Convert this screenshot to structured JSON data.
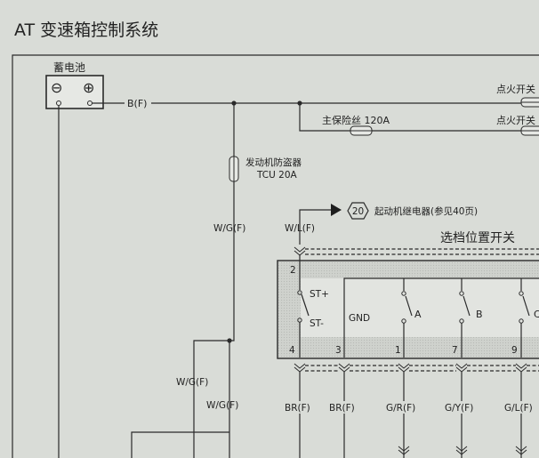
{
  "title": "AT 变速箱控制系统",
  "battery": {
    "label": "蓄电池",
    "minus": "⊖",
    "plus": "⊕"
  },
  "wires": {
    "main_feed": "B(F)",
    "wg1": "W/G(F)",
    "wl": "W/L(F)",
    "wg2": "W/G(F)",
    "wg3": "W/G(F)",
    "br1": "BR(F)",
    "br2": "BR(F)",
    "grf": "G/R(F)",
    "gyf": "G/Y(F)",
    "glf": "G/L(F)"
  },
  "fuses": {
    "ignition_switch_1": "点火开关",
    "ignition_switch_2": "点火开关",
    "main_fuse": "主保险丝 120A",
    "anti_theft_name": "发动机防盗器",
    "anti_theft_rating": "TCU 20A"
  },
  "relay": {
    "number": "20",
    "text": "起动机继电器(参见40页)"
  },
  "selector": {
    "title": "选档位置开关",
    "st_plus": "ST+",
    "st_minus": "ST-",
    "gnd": "GND",
    "sw_a": "A",
    "sw_b": "B",
    "sw_c": "C",
    "pins": {
      "p2": "2",
      "p4": "4",
      "p3": "3",
      "p1": "1",
      "p7": "7",
      "p9": "9"
    }
  }
}
